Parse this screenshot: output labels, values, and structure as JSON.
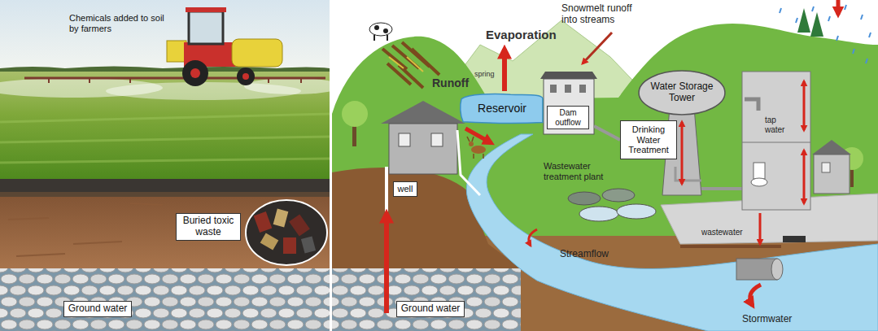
{
  "diagram": {
    "nodes": [
      {
        "text": [
          "Reservoir"
        ]
      },
      {
        "text": [
          "Dam outflow"
        ]
      },
      {
        "text": [
          "Water Storage Tower"
        ]
      },
      {
        "text": [
          "Drinking Water Treatment"
        ]
      },
      {
        "text": [
          "well"
        ]
      },
      {
        "text": [
          "Buried toxic waste"
        ]
      },
      {
        "text": [
          "Ground water"
        ]
      },
      {
        "text": [
          "Ground water"
        ]
      }
    ],
    "labels": [
      "Chemicals added to soil by farmers",
      "Snowmelt runoff into streams",
      "Evaporation",
      "spring",
      "Runoff",
      "tap water",
      "Wastewater treatment plant",
      "wastewater",
      "Streamflow",
      "Stormwater"
    ]
  }
}
